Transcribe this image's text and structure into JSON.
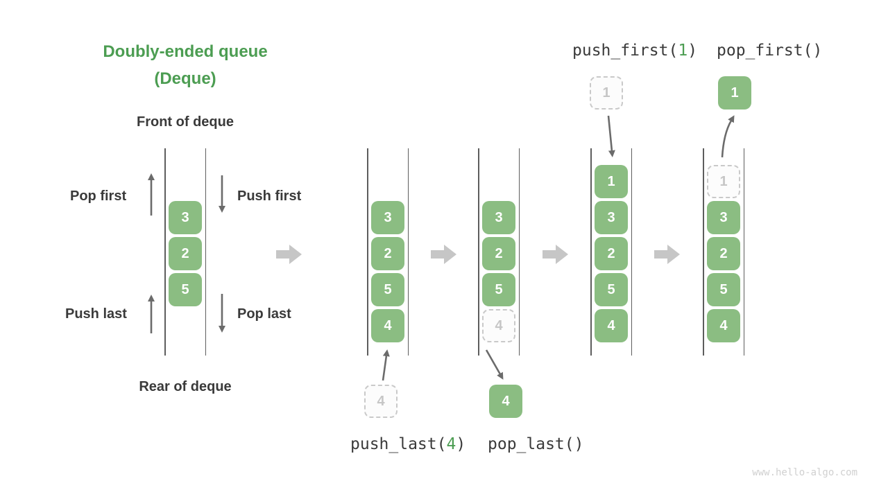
{
  "title": {
    "line1": "Doubly-ended queue",
    "line2": "(Deque)"
  },
  "labels": {
    "front": "Front of deque",
    "rear": "Rear of deque",
    "pop_first": "Pop first",
    "push_first": "Push first",
    "push_last": "Push last",
    "pop_last": "Pop last"
  },
  "operations": {
    "push_last": {
      "prefix": "push_last(",
      "arg": "4",
      "suffix": ")"
    },
    "pop_last": {
      "text": "pop_last()"
    },
    "push_first": {
      "prefix": "push_first(",
      "arg": "1",
      "suffix": ")"
    },
    "pop_first": {
      "text": "pop_first()"
    }
  },
  "queues": {
    "q1": {
      "cells": [
        "3",
        "2",
        "5"
      ]
    },
    "q2": {
      "cells": [
        "3",
        "2",
        "5",
        "4"
      ]
    },
    "q3": {
      "cells": [
        "3",
        "2",
        "5"
      ],
      "ghost_cell": "4"
    },
    "q4": {
      "cells": [
        "1",
        "3",
        "2",
        "5",
        "4"
      ]
    },
    "q5": {
      "ghost_cell": "1",
      "cells": [
        "3",
        "2",
        "5",
        "4"
      ]
    }
  },
  "floating": {
    "push_last_ghost": "4",
    "pop_last_result": "4",
    "push_first_ghost": "1",
    "pop_first_result": "1"
  },
  "watermark": "www.hello-algo.com",
  "colors": {
    "cell_green": "#8bbd82",
    "title_green": "#4c9d52",
    "dark_text": "#3a3a3a",
    "small_arrow_gray": "#6b6b6b",
    "stage_arrow_gray": "#c6c6c6",
    "ghost_gray": "#c6c6c6",
    "rail_gray": "#5d5d5d",
    "watermark_gray": "#d0d0d0"
  }
}
